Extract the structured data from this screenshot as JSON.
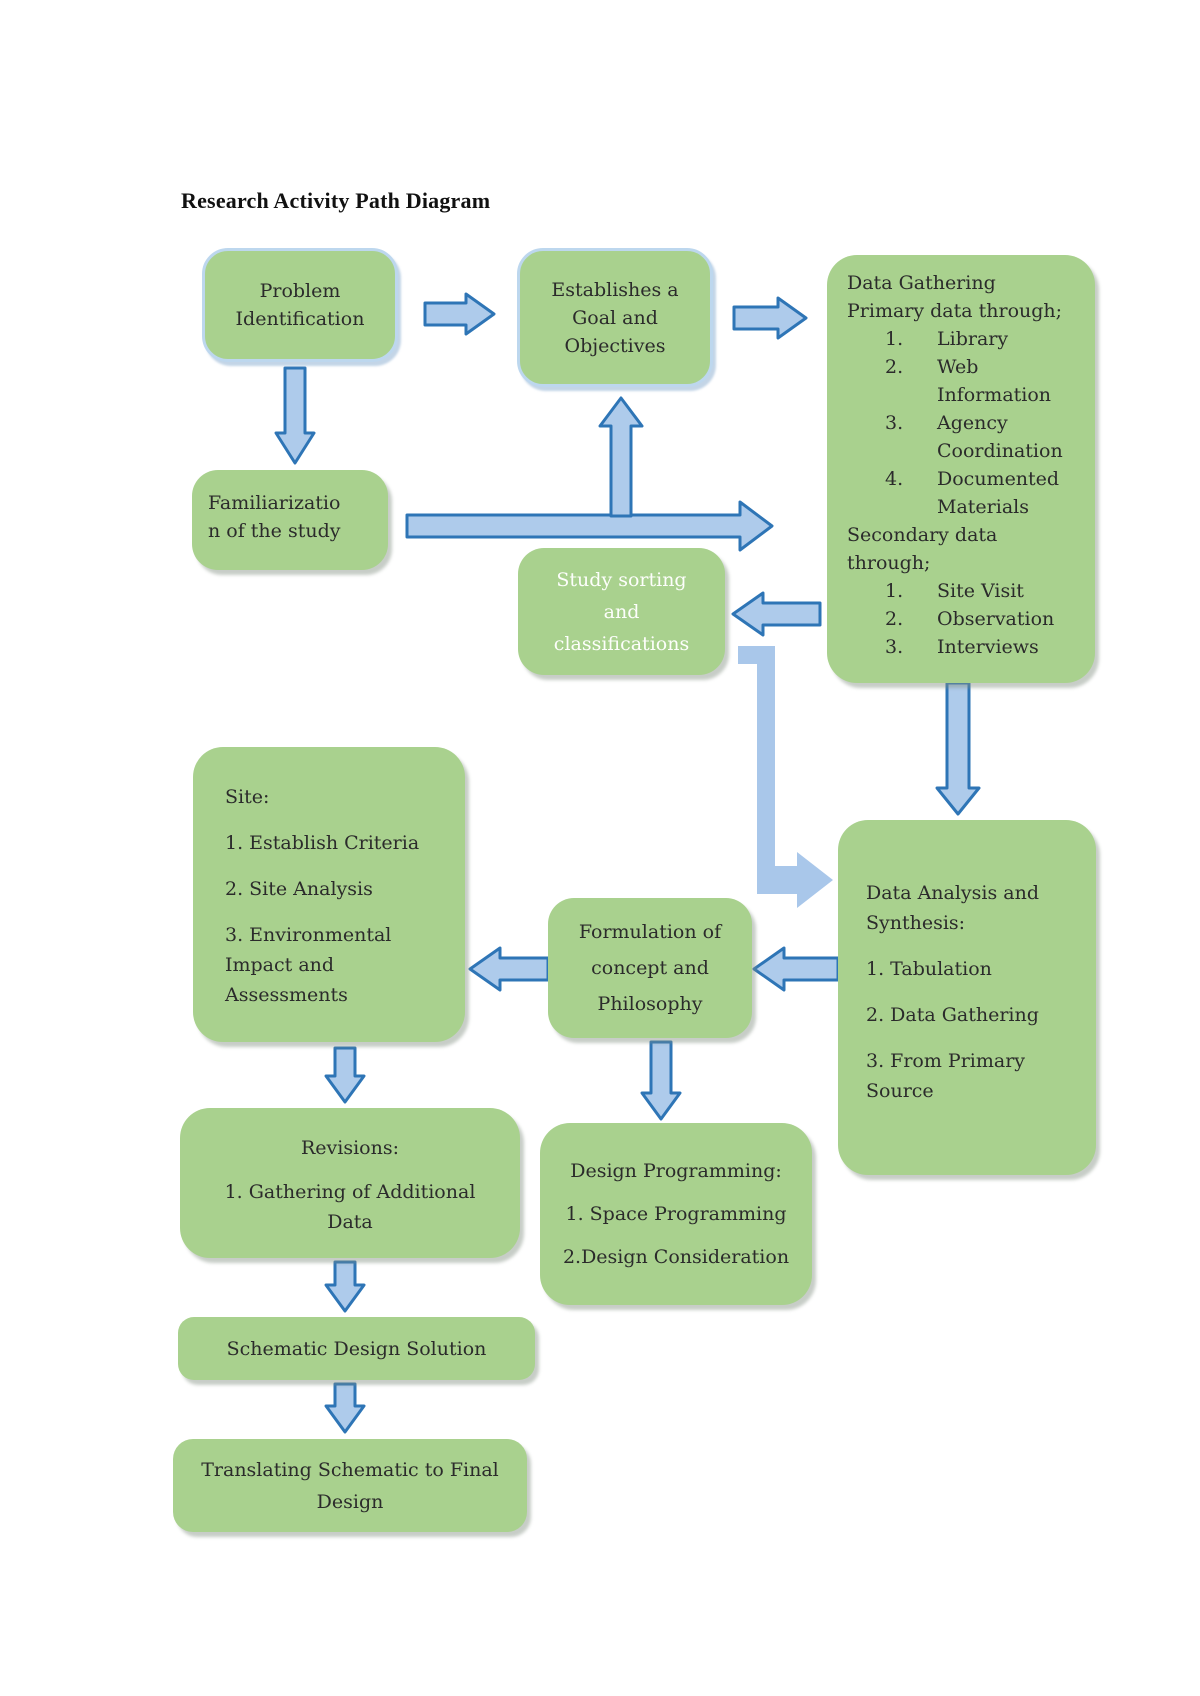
{
  "title": "Research Activity Path Diagram",
  "colors": {
    "box_fill": "#a9d18e",
    "box_edge": "#bdd7ee",
    "arrow_fill": "#aecbeb",
    "arrow_stroke": "#2e75b6",
    "connector_fill": "#a9c7ea",
    "text": "#2b2b2b",
    "light_text": "#fdfefb"
  },
  "boxes": {
    "problem": {
      "lines": [
        "Problem",
        "Identification"
      ]
    },
    "establishes": {
      "lines": [
        "Establishes a",
        "Goal and",
        "Objectives"
      ]
    },
    "data_gathering": {
      "rows": [
        {
          "text": "Data Gathering"
        },
        {
          "text": "Primary data through;"
        },
        {
          "num": "1.",
          "text": "Library"
        },
        {
          "num": "2.",
          "text": "Web"
        },
        {
          "text": "Information"
        },
        {
          "num": "3.",
          "text": "Agency"
        },
        {
          "text": "Coordination"
        },
        {
          "num": "4.",
          "text": "Documented"
        },
        {
          "text": "Materials"
        },
        {
          "text": "Secondary data"
        },
        {
          "text": "through;"
        },
        {
          "num": "1.",
          "text": "Site Visit"
        },
        {
          "num": "2.",
          "text": "Observation"
        },
        {
          "num": "3.",
          "text": "Interviews"
        }
      ]
    },
    "familiarization": {
      "lines": [
        "Familiarizatio",
        "n of the study"
      ]
    },
    "study_sorting": {
      "lines": [
        "Study sorting",
        "and",
        "classifications"
      ]
    },
    "site": {
      "rows": [
        {
          "text": "Site:"
        },
        {
          "text": "1. Establish Criteria"
        },
        {
          "text": "2. Site Analysis"
        },
        {
          "text": "3. Environmental"
        },
        {
          "text": "Impact and"
        },
        {
          "text": "Assessments"
        }
      ]
    },
    "formulation": {
      "lines": [
        "Formulation of",
        "concept and",
        "Philosophy"
      ]
    },
    "data_analysis": {
      "rows": [
        {
          "text": "Data Analysis and"
        },
        {
          "text": "Synthesis:"
        },
        {
          "text": "1. Tabulation"
        },
        {
          "text": "2. Data Gathering"
        },
        {
          "text": "3. From Primary"
        },
        {
          "text": "Source"
        }
      ]
    },
    "revisions": {
      "rows": [
        {
          "text": "Revisions:"
        },
        {
          "text": "1. Gathering of Additional"
        },
        {
          "text": "Data"
        }
      ]
    },
    "design_programming": {
      "rows": [
        {
          "text": "Design Programming:"
        },
        {
          "text": "1. Space Programming"
        },
        {
          "text": "2.Design Consideration"
        }
      ]
    },
    "schematic": {
      "lines": [
        "Schematic Design Solution"
      ]
    },
    "translating": {
      "lines": [
        "Translating Schematic to Final",
        "Design"
      ]
    }
  }
}
